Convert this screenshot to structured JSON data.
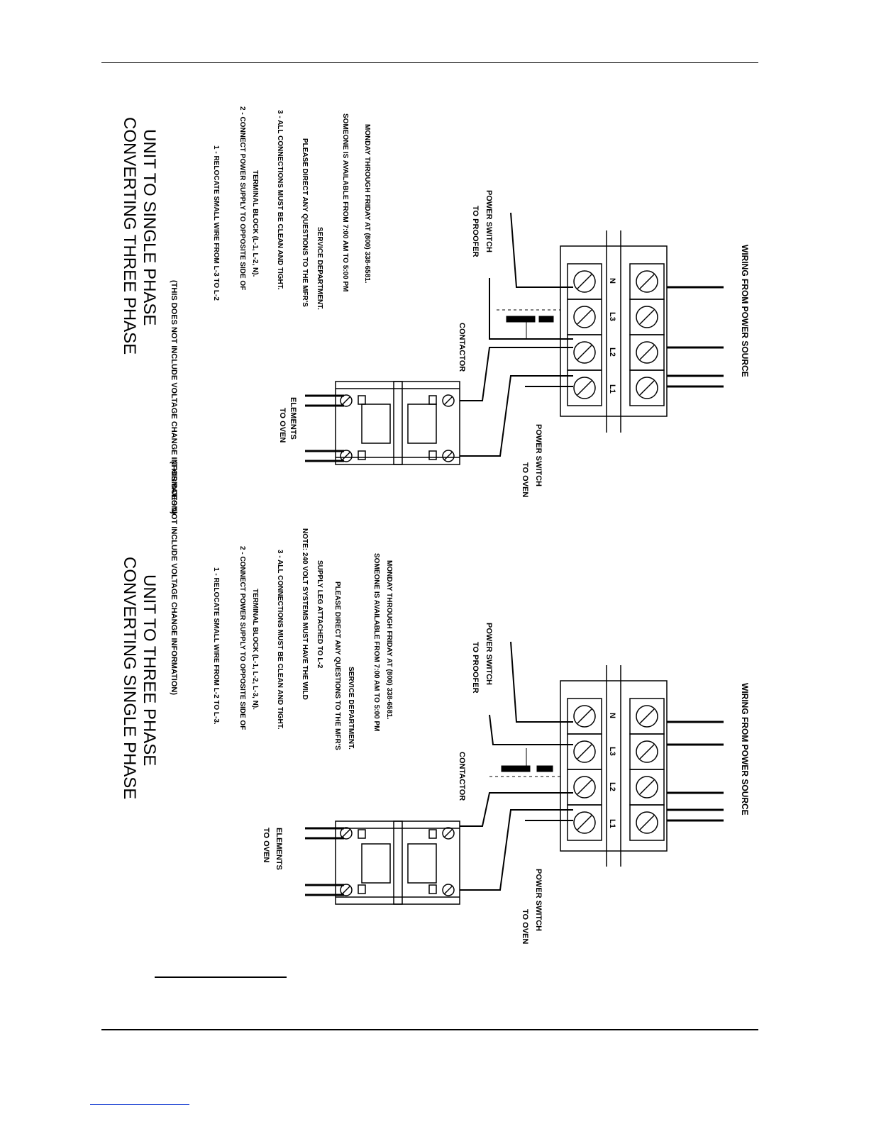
{
  "upper": {
    "title_line1": "CONVERTING THREE PHASE",
    "title_line2": "UNIT TO SINGLE PHASE",
    "subtitle": "(THIS DOES NOT INCLUDE VOLTAGE CHANGE INFORMATION)",
    "steps": [
      "1 - RELOCATE SMALL WIRE FROM L-3 TO L-2",
      "2 - CONNECT POWER SUPPLY TO OPPOSITE SIDE OF",
      "TERMINAL BLOCK (L-1, L-2, N).",
      "3 - ALL CONNECTIONS MUST BE CLEAN AND TIGHT.",
      "PLEASE DIRECT ANY QUESTIONS TO THE MFR'S",
      "SERVICE DEPARTMENT.",
      "SOMEONE IS AVAILABLE FROM 7:00 AM TO 5:00 PM",
      "MONDAY THROUGH FRIDAY AT (800) 338-6581."
    ],
    "labels": {
      "to_oven_elements": [
        "TO OVEN",
        "ELEMENTS"
      ],
      "contactor": "CONTACTOR",
      "to_proofer": [
        "TO PROOFER",
        "POWER SWITCH"
      ],
      "to_oven_switch": [
        "TO OVEN",
        "POWER SWITCH"
      ],
      "wiring_from": "WIRING FROM POWER SOURCE",
      "terminals": [
        "L1",
        "L2",
        "L3",
        "N"
      ]
    }
  },
  "lower": {
    "title_line1": "CONVERTING SINGLE PHASE",
    "title_line2": "UNIT TO THREE PHASE",
    "subtitle": "(THIS DOES NOT INCLUDE VOLTAGE CHANGE INFORMATION)",
    "steps": [
      "1 - RELOCATE SMALL WIRE FROM L-2 TO L-3.",
      "2 - CONNECT POWER SUPPLY TO OPPOSITE SIDE OF",
      "TERMINAL BLOCK (L-1, L-2, L-3, N).",
      "3 - ALL CONNECTIONS MUST BE CLEAN AND TIGHT.",
      "NOTE: 240 VOLT SYSTEMS MUST HAVE THE WILD",
      "SUPPLY LEG ATTACHED TO L-2",
      "PLEASE DIRECT ANY QUESTIONS TO THE MFR'S",
      "SERVICE DEPARTMENT.",
      "SOMEONE IS AVAILABLE FROM 7:00 AM TO 5:00 PM",
      "MONDAY THROUGH FRIDAY AT (800) 338-6581."
    ],
    "labels": {
      "to_oven_elements": [
        "TO OVEN",
        "ELEMENTS"
      ],
      "contactor": "CONTACTOR",
      "to_proofer": [
        "TO PROOFER",
        "POWER SWITCH"
      ],
      "to_oven_switch": [
        "TO OVEN",
        "POWER SWITCH"
      ],
      "wiring_from": "WIRING FROM POWER SOURCE",
      "terminals": [
        "L1",
        "L2",
        "L3",
        "N"
      ]
    }
  }
}
